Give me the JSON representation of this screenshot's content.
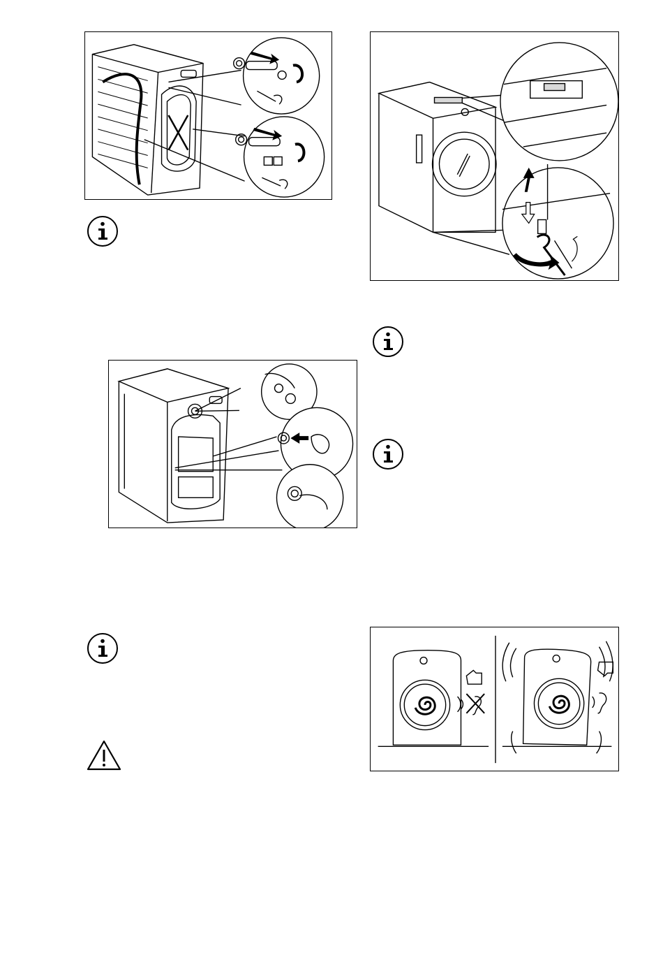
{
  "figures": [
    {
      "id": "fig-transit-bolts",
      "icon": "transit-bolt-removal-illustration"
    },
    {
      "id": "fig-leveling",
      "icon": "leveling-feet-illustration"
    },
    {
      "id": "fig-plastic-caps",
      "icon": "plastic-caps-insertion-illustration"
    },
    {
      "id": "fig-vibration",
      "icon": "level-vs-unlevel-vibration-illustration"
    }
  ],
  "notes": [
    {
      "icon": "info-icon"
    },
    {
      "icon": "info-icon"
    },
    {
      "icon": "info-icon"
    },
    {
      "icon": "info-icon"
    },
    {
      "icon": "warning-icon"
    }
  ],
  "colors": {
    "line": "#000000",
    "background": "#ffffff",
    "shade": "#d9d9d9"
  }
}
